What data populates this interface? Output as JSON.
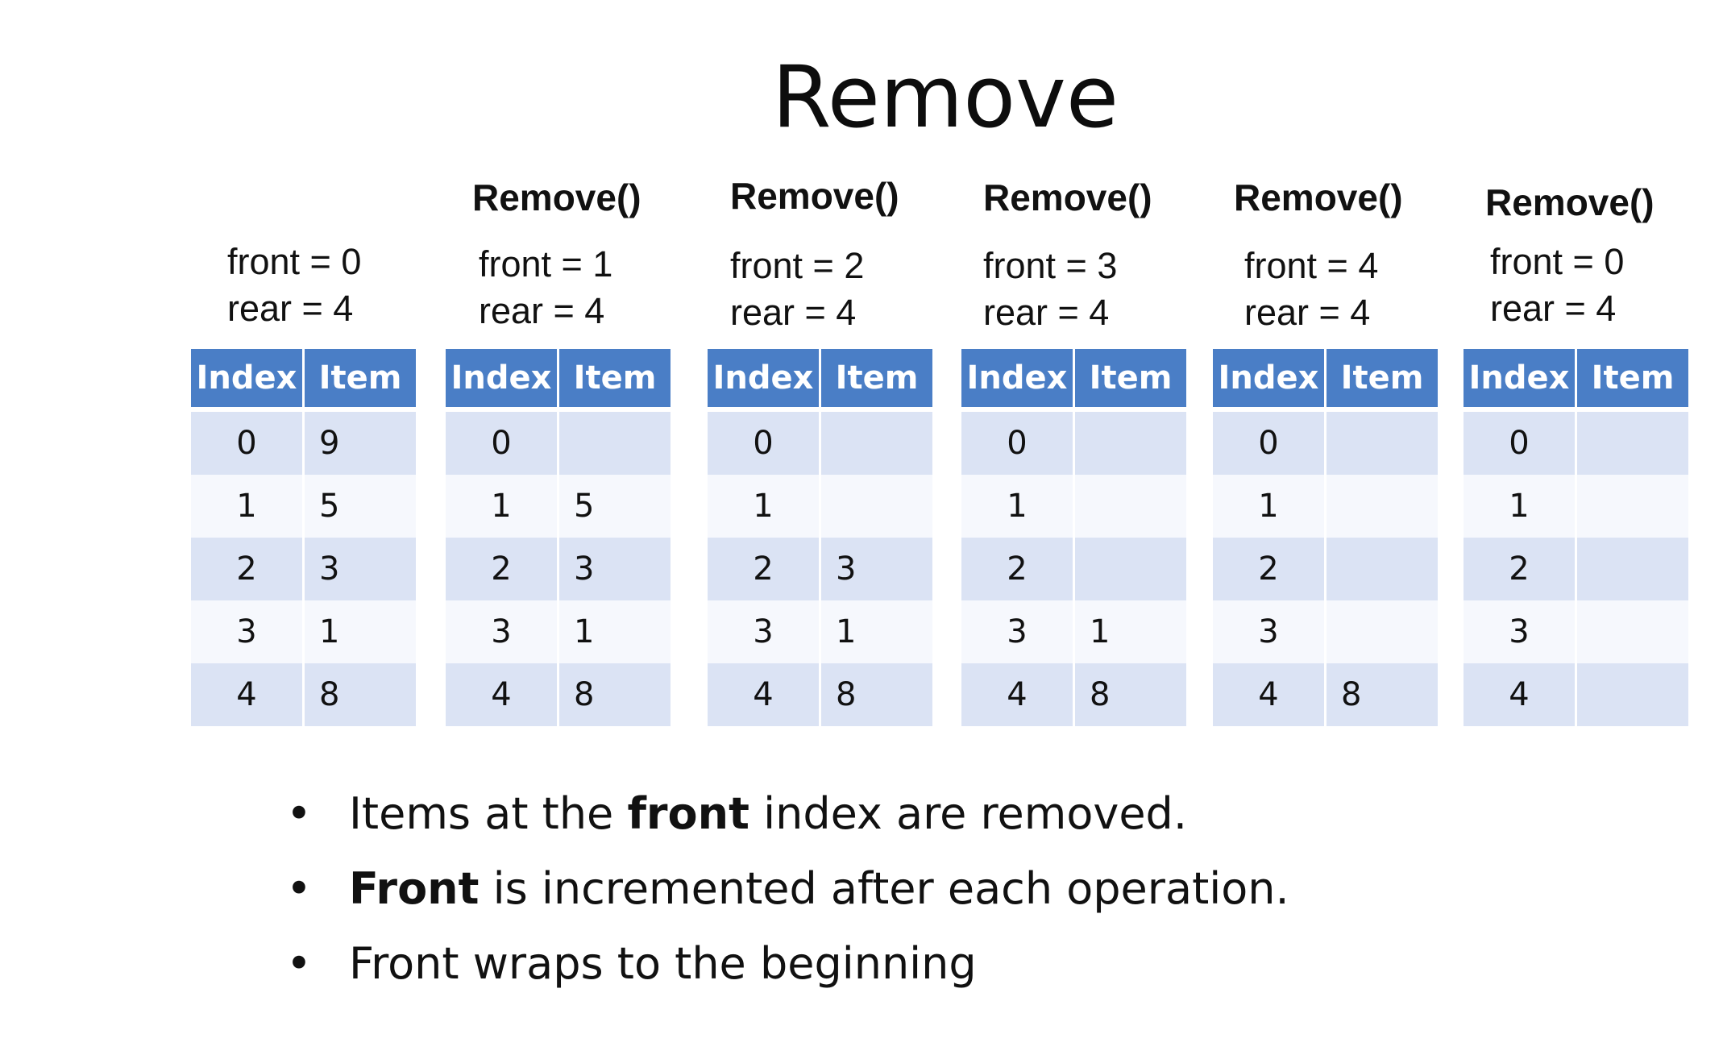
{
  "title": "Remove",
  "table_headers": {
    "index": "Index",
    "item": "Item"
  },
  "panels": [
    {
      "op_label": "",
      "front": "front = 0",
      "rear": "rear = 4",
      "rows": [
        {
          "index": "0",
          "item": "9"
        },
        {
          "index": "1",
          "item": "5"
        },
        {
          "index": "2",
          "item": "3"
        },
        {
          "index": "3",
          "item": "1"
        },
        {
          "index": "4",
          "item": "8"
        }
      ]
    },
    {
      "op_label": "Remove()",
      "front": "front = 1",
      "rear": "rear = 4",
      "rows": [
        {
          "index": "0",
          "item": ""
        },
        {
          "index": "1",
          "item": "5"
        },
        {
          "index": "2",
          "item": "3"
        },
        {
          "index": "3",
          "item": "1"
        },
        {
          "index": "4",
          "item": "8"
        }
      ]
    },
    {
      "op_label": "Remove()",
      "front": "front = 2",
      "rear": "rear = 4",
      "rows": [
        {
          "index": "0",
          "item": ""
        },
        {
          "index": "1",
          "item": ""
        },
        {
          "index": "2",
          "item": "3"
        },
        {
          "index": "3",
          "item": "1"
        },
        {
          "index": "4",
          "item": "8"
        }
      ]
    },
    {
      "op_label": "Remove()",
      "front": "front = 3",
      "rear": "rear = 4",
      "rows": [
        {
          "index": "0",
          "item": ""
        },
        {
          "index": "1",
          "item": ""
        },
        {
          "index": "2",
          "item": ""
        },
        {
          "index": "3",
          "item": "1"
        },
        {
          "index": "4",
          "item": "8"
        }
      ]
    },
    {
      "op_label": "Remove()",
      "front": "front = 4",
      "rear": "rear = 4",
      "rows": [
        {
          "index": "0",
          "item": ""
        },
        {
          "index": "1",
          "item": ""
        },
        {
          "index": "2",
          "item": ""
        },
        {
          "index": "3",
          "item": ""
        },
        {
          "index": "4",
          "item": "8"
        }
      ]
    },
    {
      "op_label": "Remove()",
      "front": "front = 0",
      "rear": "rear = 4",
      "rows": [
        {
          "index": "0",
          "item": ""
        },
        {
          "index": "1",
          "item": ""
        },
        {
          "index": "2",
          "item": ""
        },
        {
          "index": "3",
          "item": ""
        },
        {
          "index": "4",
          "item": ""
        }
      ]
    }
  ],
  "bullets": [
    {
      "symbol": "•",
      "before": "Items at the ",
      "bold": "front",
      "after": " index are removed."
    },
    {
      "symbol": "•",
      "before": "",
      "bold": "Front",
      "after": " is incremented after each operation."
    },
    {
      "symbol": "•",
      "before": "Front wraps to the beginning",
      "bold": "",
      "after": ""
    }
  ],
  "colors": {
    "header_bg": "#4a7ec6",
    "row_odd": "#dbe3f4",
    "row_even": "#f6f8fd"
  }
}
